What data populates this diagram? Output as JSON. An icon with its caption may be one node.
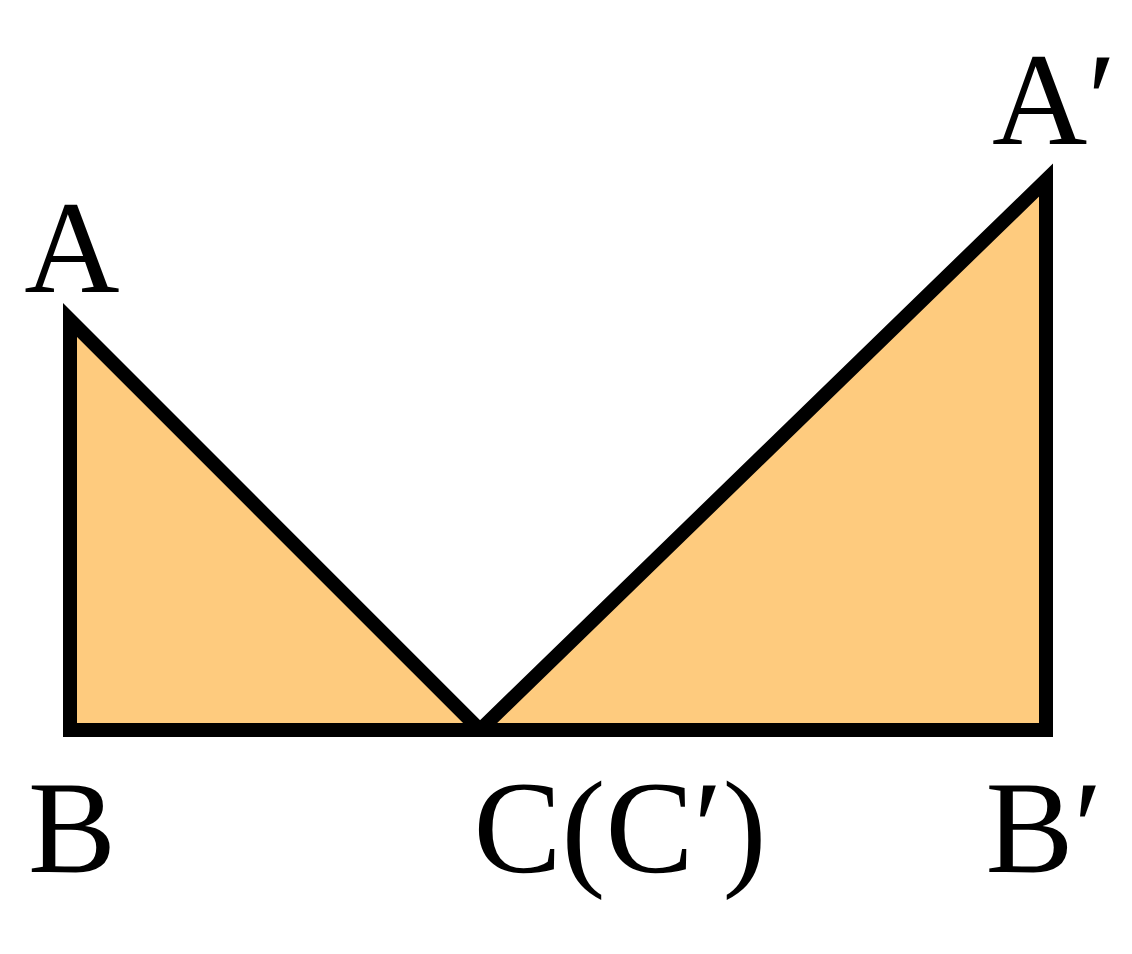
{
  "diagram": {
    "labels": [
      "A′",
      "A",
      "B",
      "C(C′)",
      "B′"
    ]
  }
}
